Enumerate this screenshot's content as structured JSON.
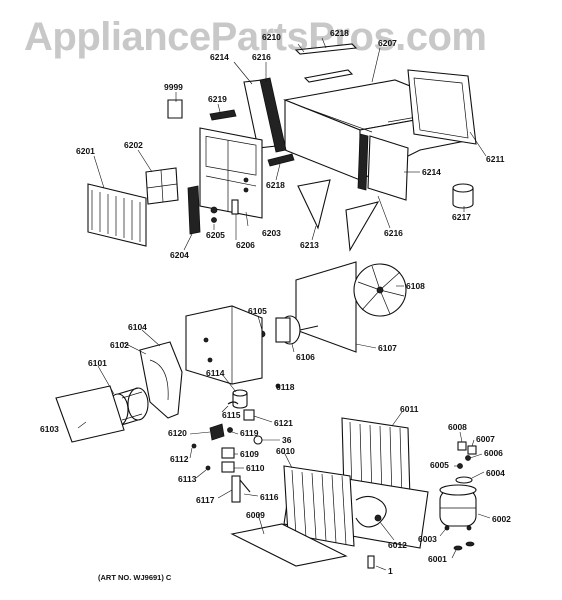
{
  "watermark": "AppliancePartsPros.com",
  "art_number": "(ART NO. WJ9691) C",
  "callouts": [
    {
      "id": "c1",
      "text": "6218"
    },
    {
      "id": "c2",
      "text": "6210"
    },
    {
      "id": "c3",
      "text": "6207"
    },
    {
      "id": "c4",
      "text": "6214"
    },
    {
      "id": "c5",
      "text": "6216"
    },
    {
      "id": "c6",
      "text": "9999"
    },
    {
      "id": "c7",
      "text": "6219"
    },
    {
      "id": "c8",
      "text": "6202"
    },
    {
      "id": "c9",
      "text": "6201"
    },
    {
      "id": "c10",
      "text": "6211"
    },
    {
      "id": "c11",
      "text": "6218"
    },
    {
      "id": "c12",
      "text": "6214"
    },
    {
      "id": "c13",
      "text": "6217"
    },
    {
      "id": "c14",
      "text": "6203"
    },
    {
      "id": "c15",
      "text": "6205"
    },
    {
      "id": "c16",
      "text": "6206"
    },
    {
      "id": "c17",
      "text": "6204"
    },
    {
      "id": "c18",
      "text": "6213"
    },
    {
      "id": "c19",
      "text": "6216"
    },
    {
      "id": "c20",
      "text": "6108"
    },
    {
      "id": "c21",
      "text": "6105"
    },
    {
      "id": "c22",
      "text": "6104"
    },
    {
      "id": "c23",
      "text": "6102"
    },
    {
      "id": "c24",
      "text": "6107"
    },
    {
      "id": "c25",
      "text": "6106"
    },
    {
      "id": "c26",
      "text": "6101"
    },
    {
      "id": "c27",
      "text": "6114"
    },
    {
      "id": "c28",
      "text": "6118"
    },
    {
      "id": "c29",
      "text": "6115"
    },
    {
      "id": "c30",
      "text": "6121"
    },
    {
      "id": "c31",
      "text": "6103"
    },
    {
      "id": "c32",
      "text": "6011"
    },
    {
      "id": "c33",
      "text": "6120"
    },
    {
      "id": "c34",
      "text": "6119"
    },
    {
      "id": "c35",
      "text": "36"
    },
    {
      "id": "c36",
      "text": "6008"
    },
    {
      "id": "c37",
      "text": "6007"
    },
    {
      "id": "c38",
      "text": "6112"
    },
    {
      "id": "c39",
      "text": "6109"
    },
    {
      "id": "c40",
      "text": "6010"
    },
    {
      "id": "c41",
      "text": "6006"
    },
    {
      "id": "c42",
      "text": "6005"
    },
    {
      "id": "c43",
      "text": "6110"
    },
    {
      "id": "c44",
      "text": "6113"
    },
    {
      "id": "c45",
      "text": "6004"
    },
    {
      "id": "c46",
      "text": "6117"
    },
    {
      "id": "c47",
      "text": "6116"
    },
    {
      "id": "c48",
      "text": "6009"
    },
    {
      "id": "c49",
      "text": "6002"
    },
    {
      "id": "c50",
      "text": "6003"
    },
    {
      "id": "c51",
      "text": "6012"
    },
    {
      "id": "c52",
      "text": "6001"
    },
    {
      "id": "c53",
      "text": "1"
    }
  ]
}
